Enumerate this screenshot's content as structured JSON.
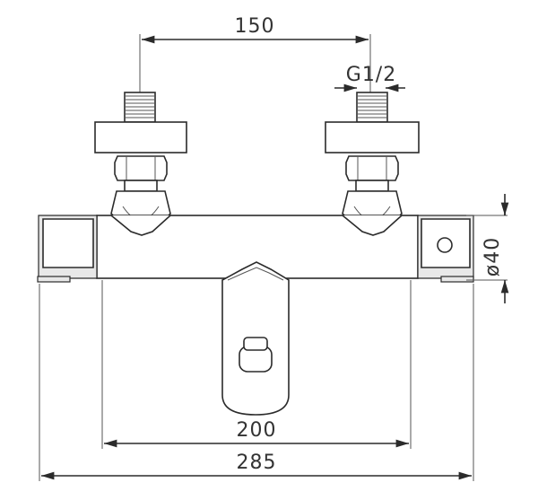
{
  "dimensions": {
    "connection_spacing": "150",
    "thread": "G1/2",
    "body_diameter": "ø40",
    "spout_spacing": "200",
    "overall_width": "285"
  },
  "colors": {
    "line": "#2b2b2b",
    "background": "#ffffff",
    "shade": "#e8e8e8"
  }
}
